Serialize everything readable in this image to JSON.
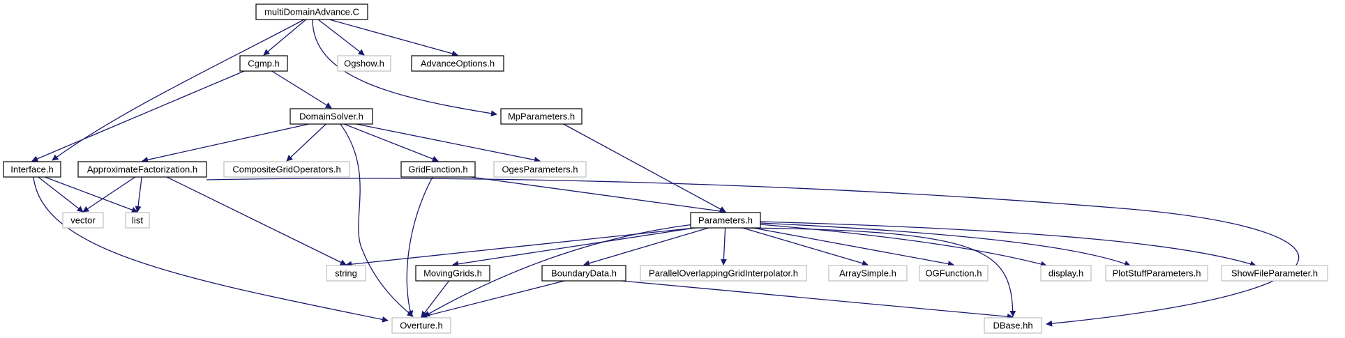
{
  "colors": {
    "edge": "#191970",
    "root_fill": "#bfbfbf",
    "documented_border": "#000000",
    "undocumented_border": "#bfbfbf"
  },
  "nodes": {
    "root": {
      "label": "multiDomainAdvance.C",
      "kind": "root"
    },
    "cgmp": {
      "label": "Cgmp.h",
      "kind": "documented"
    },
    "ogshow": {
      "label": "Ogshow.h",
      "kind": "external"
    },
    "advopt": {
      "label": "AdvanceOptions.h",
      "kind": "documented"
    },
    "mpparams": {
      "label": "MpParameters.h",
      "kind": "documented"
    },
    "domsolver": {
      "label": "DomainSolver.h",
      "kind": "documented"
    },
    "interface": {
      "label": "Interface.h",
      "kind": "documented"
    },
    "approx": {
      "label": "ApproximateFactorization.h",
      "kind": "documented"
    },
    "compgrid": {
      "label": "CompositeGridOperators.h",
      "kind": "external"
    },
    "gridfunc": {
      "label": "GridFunction.h",
      "kind": "documented"
    },
    "ogesparams": {
      "label": "OgesParameters.h",
      "kind": "external"
    },
    "vector": {
      "label": "vector",
      "kind": "external"
    },
    "list": {
      "label": "list",
      "kind": "external"
    },
    "parameters": {
      "label": "Parameters.h",
      "kind": "documented"
    },
    "string": {
      "label": "string",
      "kind": "external"
    },
    "movinggrids": {
      "label": "MovingGrids.h",
      "kind": "documented"
    },
    "boundarydata": {
      "label": "BoundaryData.h",
      "kind": "documented"
    },
    "poginterp": {
      "label": "ParallelOverlappingGridInterpolator.h",
      "kind": "external"
    },
    "arraysimple": {
      "label": "ArraySimple.h",
      "kind": "external"
    },
    "ogfunction": {
      "label": "OGFunction.h",
      "kind": "external"
    },
    "display": {
      "label": "display.h",
      "kind": "external"
    },
    "plotstuff": {
      "label": "PlotStuffParameters.h",
      "kind": "external"
    },
    "showfile": {
      "label": "ShowFileParameter.h",
      "kind": "external"
    },
    "overture": {
      "label": "Overture.h",
      "kind": "external"
    },
    "dbase": {
      "label": "DBase.hh",
      "kind": "external"
    }
  },
  "edges": [
    [
      "root",
      "cgmp"
    ],
    [
      "root",
      "ogshow"
    ],
    [
      "root",
      "advopt"
    ],
    [
      "root",
      "mpparams"
    ],
    [
      "root",
      "interface"
    ],
    [
      "cgmp",
      "domsolver"
    ],
    [
      "cgmp",
      "interface"
    ],
    [
      "mpparams",
      "parameters"
    ],
    [
      "domsolver",
      "approx"
    ],
    [
      "domsolver",
      "compgrid"
    ],
    [
      "domsolver",
      "gridfunc"
    ],
    [
      "domsolver",
      "ogesparams"
    ],
    [
      "domsolver",
      "overture"
    ],
    [
      "interface",
      "vector"
    ],
    [
      "interface",
      "list"
    ],
    [
      "interface",
      "overture"
    ],
    [
      "approx",
      "vector"
    ],
    [
      "approx",
      "list"
    ],
    [
      "approx",
      "string"
    ],
    [
      "approx",
      "dbase"
    ],
    [
      "gridfunc",
      "parameters"
    ],
    [
      "gridfunc",
      "overture"
    ],
    [
      "parameters",
      "string"
    ],
    [
      "parameters",
      "movinggrids"
    ],
    [
      "parameters",
      "boundarydata"
    ],
    [
      "parameters",
      "poginterp"
    ],
    [
      "parameters",
      "arraysimple"
    ],
    [
      "parameters",
      "ogfunction"
    ],
    [
      "parameters",
      "display"
    ],
    [
      "parameters",
      "plotstuff"
    ],
    [
      "parameters",
      "showfile"
    ],
    [
      "parameters",
      "overture"
    ],
    [
      "parameters",
      "dbase"
    ],
    [
      "movinggrids",
      "overture"
    ],
    [
      "boundarydata",
      "overture"
    ],
    [
      "boundarydata",
      "dbase"
    ]
  ]
}
